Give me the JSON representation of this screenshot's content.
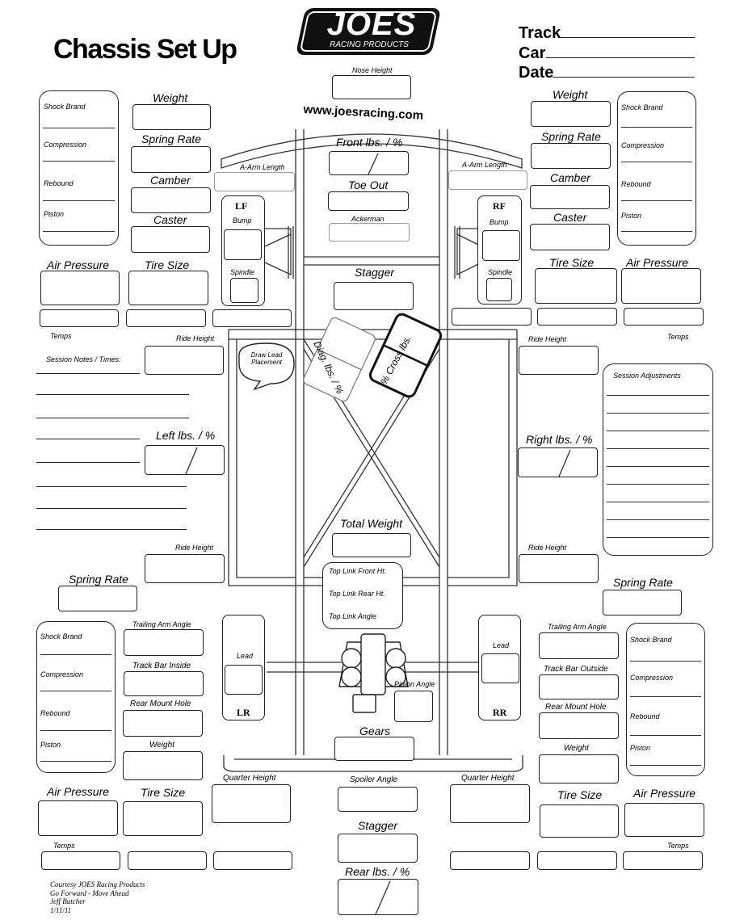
{
  "header": {
    "title": "Chassis Set Up",
    "logo_main": "JOES",
    "logo_sub": "RACING PRODUCTS",
    "url": "www.joesracing.com",
    "track_label": "Track",
    "car_label": "Car",
    "date_label": "Date"
  },
  "front": {
    "nose_height": "Nose Height",
    "front_lbs": "Front lbs. / %",
    "toe_out": "Toe Out",
    "ackerman": "Ackerman",
    "a_arm_left": "A-Arm Length",
    "a_arm_right": "A-Arm Length",
    "lf": "LF",
    "rf": "RF",
    "bump_left": "Bump",
    "bump_right": "Bump",
    "spindle_left": "Spindle",
    "spindle_right": "Spindle",
    "stagger": "Stagger"
  },
  "left_front": {
    "shock_brand": "Shock Brand",
    "compression": "Compression",
    "rebound": "Rebound",
    "piston": "Piston",
    "weight": "Weight",
    "spring_rate": "Spring Rate",
    "camber": "Camber",
    "caster": "Caster",
    "air_pressure": "Air Pressure",
    "tire_size": "Tire Size",
    "temps": "Temps",
    "ride_height": "Ride Height"
  },
  "right_front": {
    "shock_brand": "Shock Brand",
    "compression": "Compression",
    "rebound": "Rebound",
    "piston": "Piston",
    "weight": "Weight",
    "spring_rate": "Spring Rate",
    "camber": "Camber",
    "caster": "Caster",
    "air_pressure": "Air Pressure",
    "tire_size": "Tire Size",
    "temps": "Temps",
    "ride_height": "Ride Height"
  },
  "middle": {
    "session_notes": "Session Notes / Times:",
    "draw_lead": "Draw Lead Placement",
    "diag_lbs": "Diag. lbs. / %",
    "cross_lbs": "% Cross lbs.",
    "left_lbs": "Left lbs. / %",
    "right_lbs": "Right lbs. / %",
    "session_adjustments": "Session Adjustments",
    "total_weight": "Total Weight",
    "ride_height_left": "Ride Height",
    "ride_height_right": "Ride Height",
    "top_link_front": "Top Link Front Ht.",
    "top_link_rear": "Top Link Rear Ht.",
    "top_link_angle": "Top Link Angle"
  },
  "rear": {
    "spring_rate_left": "Spring Rate",
    "spring_rate_right": "Spring Rate",
    "trailing_left": "Trailing Arm Angle",
    "trailing_right": "Trailing Arm Angle",
    "track_bar_inside": "Track Bar Inside",
    "track_bar_outside": "Track Bar Outside",
    "rear_mount_left": "Rear Mount Hole",
    "rear_mount_right": "Rear Mount Hole",
    "weight_left": "Weight",
    "weight_right": "Weight",
    "lead_left": "Lead",
    "lead_right": "Lead",
    "lr": "LR",
    "rr": "RR",
    "pinion_angle": "Pinion Angle",
    "gears": "Gears",
    "quarter_left": "Quarter Height",
    "quarter_right": "Quarter Height",
    "spoiler_angle": "Spoiler Angle",
    "stagger": "Stagger",
    "rear_lbs": "Rear lbs. / %",
    "air_pressure_left": "Air Pressure",
    "air_pressure_right": "Air Pressure",
    "tire_size_left": "Tire Size",
    "tire_size_right": "Tire Size",
    "temps_left": "Temps",
    "temps_right": "Temps"
  },
  "left_rear_shock": {
    "shock_brand": "Shock Brand",
    "compression": "Compression",
    "rebound": "Rebound",
    "piston": "Piston"
  },
  "right_rear_shock": {
    "shock_brand": "Shock Brand",
    "compression": "Compression",
    "rebound": "Rebound",
    "piston": "Piston"
  },
  "credits": {
    "line1": "Courtesy JOES Racing Products",
    "line2": "Go Forward - Move Ahead",
    "line3": "Jeff Butcher",
    "line4": "1/11/11"
  }
}
